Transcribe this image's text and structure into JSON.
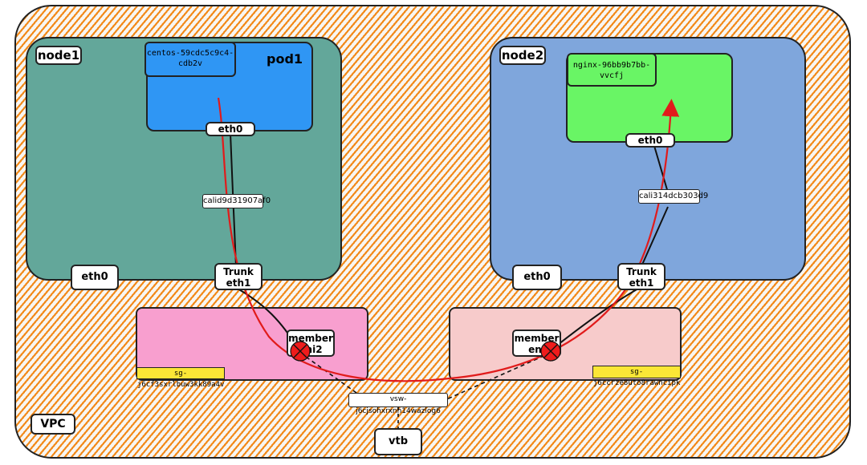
{
  "vpc": {
    "label": "VPC"
  },
  "node1": {
    "label": "node1",
    "pod": {
      "label": "pod1",
      "name": "centos-59cdc5c9c4-cdb2v",
      "eth": "eth0"
    },
    "cali": "calid9d31907af0",
    "eth0": "eth0",
    "trunk": "Trunk eth1",
    "member": "member eni2",
    "sg": "sg-j6cf3sxrlbuw3kk89a4v"
  },
  "node2": {
    "label": "node2",
    "pod": {
      "name": "nginx-96bb9b7bb-vvcfj",
      "eth": "eth0"
    },
    "cali": "cali314dcb303d9",
    "eth0": "eth0",
    "trunk": "Trunk eth1",
    "member": "member eni",
    "sg": "sg-j6ccrze8uto8rawncipk"
  },
  "vswitch": "vsw-j6cjsohxrxnh14wazlog6",
  "vtb": "vtb",
  "colors": {
    "orange": "#f28a1a",
    "teal": "#63a79a",
    "blue": "#7fa6dc",
    "pod1": "#2f96f4",
    "pod2": "#69f565",
    "pink": "#f89fcf",
    "lightpink": "#f7cbcb",
    "flow": "#e11b1b",
    "sg": "#fbe636"
  }
}
